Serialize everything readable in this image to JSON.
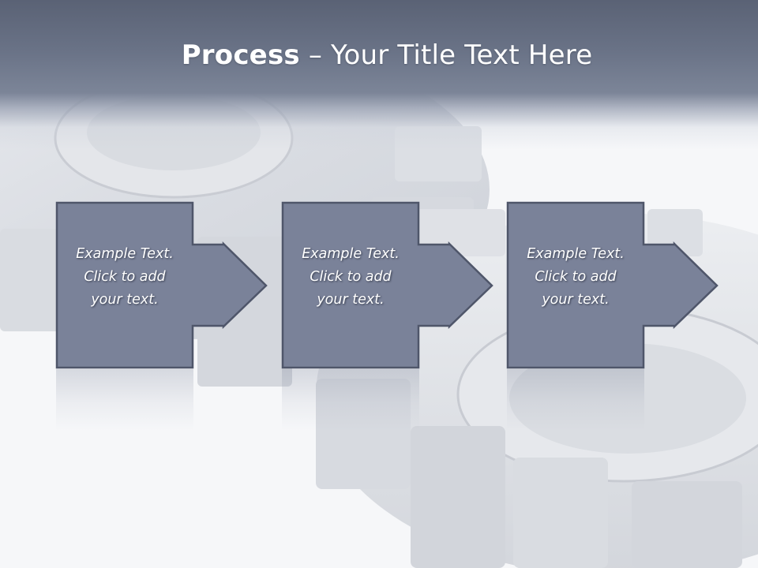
{
  "slide": {
    "title_strong": "Process",
    "title_rest": " – Your Title Text Here"
  },
  "steps": [
    {
      "line1": "Example Text.",
      "line2": "Click  to add",
      "line3": "your text."
    },
    {
      "line1": "Example Text.",
      "line2": "Click  to add",
      "line3": "your text."
    },
    {
      "line1": "Example Text.",
      "line2": "Click  to add",
      "line3": "your text."
    }
  ],
  "colors": {
    "title_band": "#6a7387",
    "box_fill": "#7a8299",
    "box_border": "#4f566a",
    "text": "#ffffff"
  }
}
